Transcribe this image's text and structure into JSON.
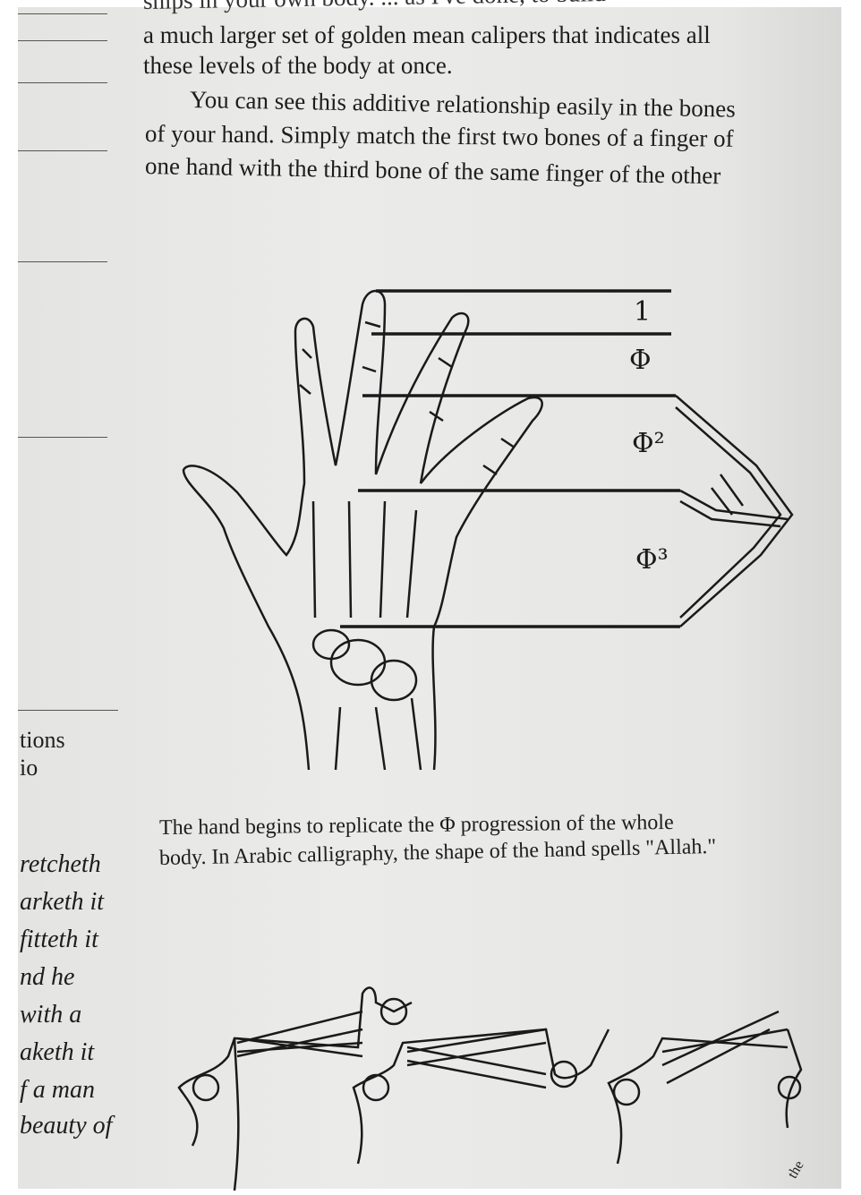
{
  "body_text": {
    "lines": [
      "ships in your own body. ... as I've done, to build",
      "a much larger set of golden mean calipers that indicates all",
      "these levels of the body at once.",
      "You can see this additive relationship easily in the bones",
      "of your hand. Simply match the first two bones of a finger of",
      "one hand with the third bone of the same finger of the other"
    ]
  },
  "figure_labels": [
    "1",
    "Φ",
    "Φ²",
    "Φ³"
  ],
  "caption": {
    "line1": "The hand begins to replicate the Φ progression of the whole",
    "line2": "body. In Arabic calligraphy, the shape of the hand spells \"Allah.\""
  },
  "left_margin": {
    "plain": [
      "tions",
      "io"
    ],
    "italic": [
      "retcheth",
      "arketh it",
      "fitteth it",
      "nd he",
      "with a",
      "aketh it",
      "f a man",
      "beauty of"
    ]
  },
  "footer_fragment": "the"
}
